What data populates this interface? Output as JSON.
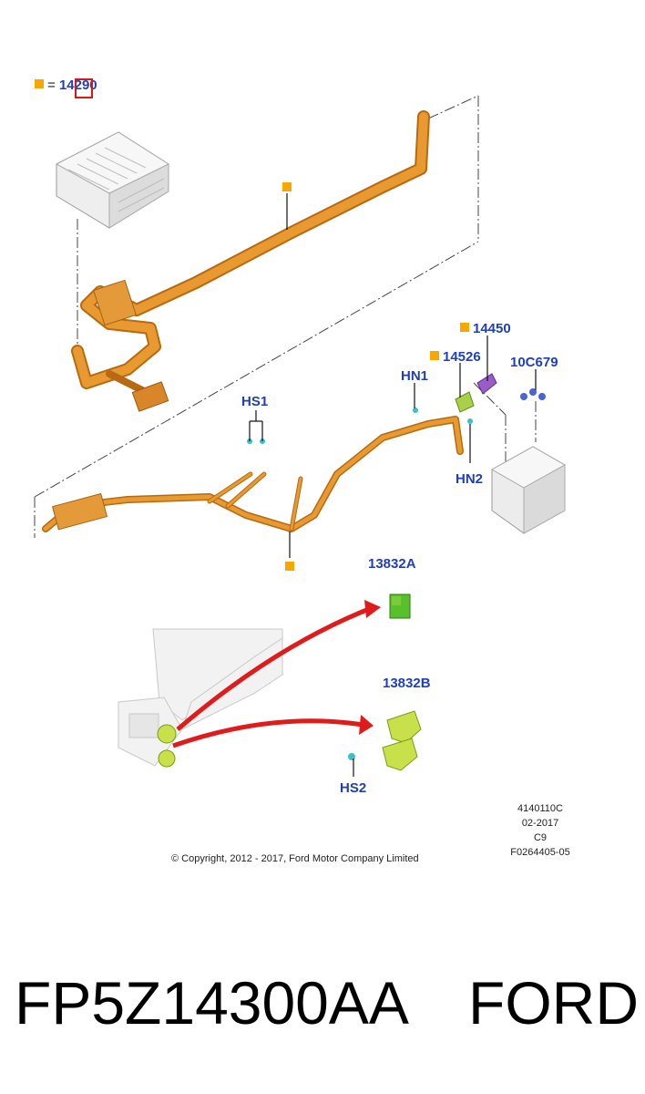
{
  "legend": {
    "equals": "=",
    "ref": "14290"
  },
  "callouts": {
    "hs1": "HS1",
    "hn1": "HN1",
    "hn2": "HN2",
    "p14450": "14450",
    "p14526": "14526",
    "p10c679": "10C679",
    "p13832a": "13832A",
    "p13832b": "13832B",
    "hs2": "HS2"
  },
  "info_block": [
    "4140110C",
    "02-2017",
    "C9",
    "F0264405-05"
  ],
  "copyright": "© Copyright, 2012 - 2017, Ford Motor Company Limited",
  "footer": {
    "part_number": "FP5Z14300AA",
    "brand": "FORD"
  },
  "colors": {
    "harness": "#e8992f",
    "harness_dark": "#b86a12",
    "callout_text": "#1f3fbf",
    "marker": "#f5a800",
    "arrow": "#e01b1b",
    "bracket_green": "#7ccc3a",
    "horn_yellow_green": "#c8e04a",
    "connector_purple": "#9a5cc8",
    "bolt_blue": "#4a63d8",
    "fastener_cyan": "#3ac0c8"
  }
}
